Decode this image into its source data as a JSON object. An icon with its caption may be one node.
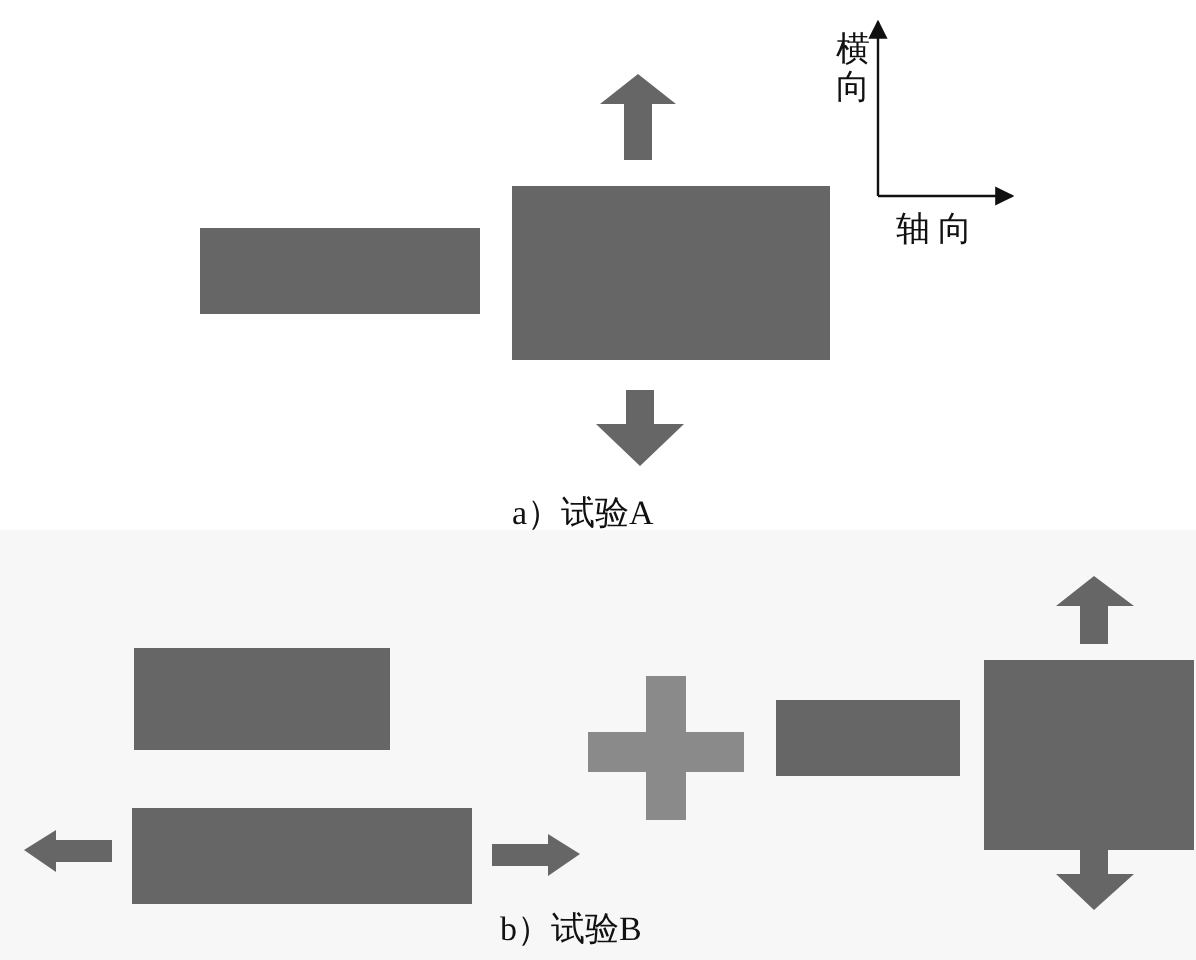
{
  "diagram": {
    "labels": [
      "横向",
      "轴向",
      "a）试验A",
      "b）试验B"
    ]
  }
}
